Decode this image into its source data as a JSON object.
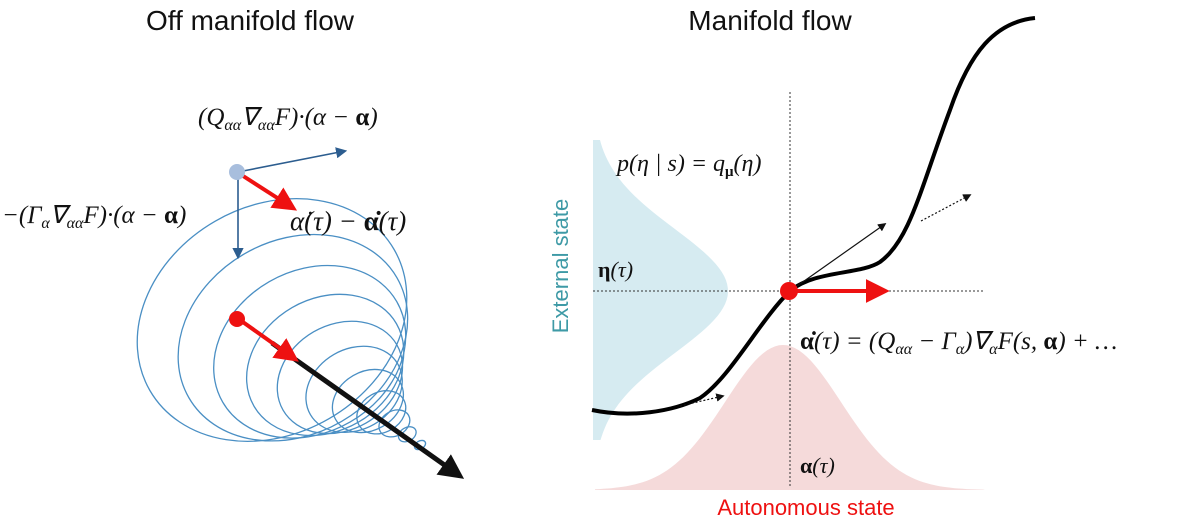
{
  "left_panel": {
    "title": "Off manifold flow",
    "label_solenoidal": "(Qαα∇ααF)·(α − 𝛂)",
    "label_gradient": "−(Γα∇ααF)·(α − 𝛂)",
    "label_velocity": "α̇(τ) − 𝛂̇(τ)"
  },
  "right_panel": {
    "title": "Manifold flow",
    "density_label": "p(η | s) = q𝛍(η)",
    "eta_label": "𝜼(τ)",
    "alpha_label": "𝛂(τ)",
    "flow_equation": "𝛂̇(τ) = (Qαα − Γα)∇αF(s, 𝛂) + …",
    "y_axis_label": "External state",
    "x_axis_label": "Autonomous state"
  },
  "colors": {
    "accent_red": "#ee1111",
    "external_teal": "#3e9aa6",
    "spiral_blue": "#4a8fc4",
    "arrow_navy": "#2c5d8f",
    "density_blue": "#d6ebf1",
    "density_pink": "#f5dada",
    "origin_dot_blue": "#a8bedd"
  }
}
